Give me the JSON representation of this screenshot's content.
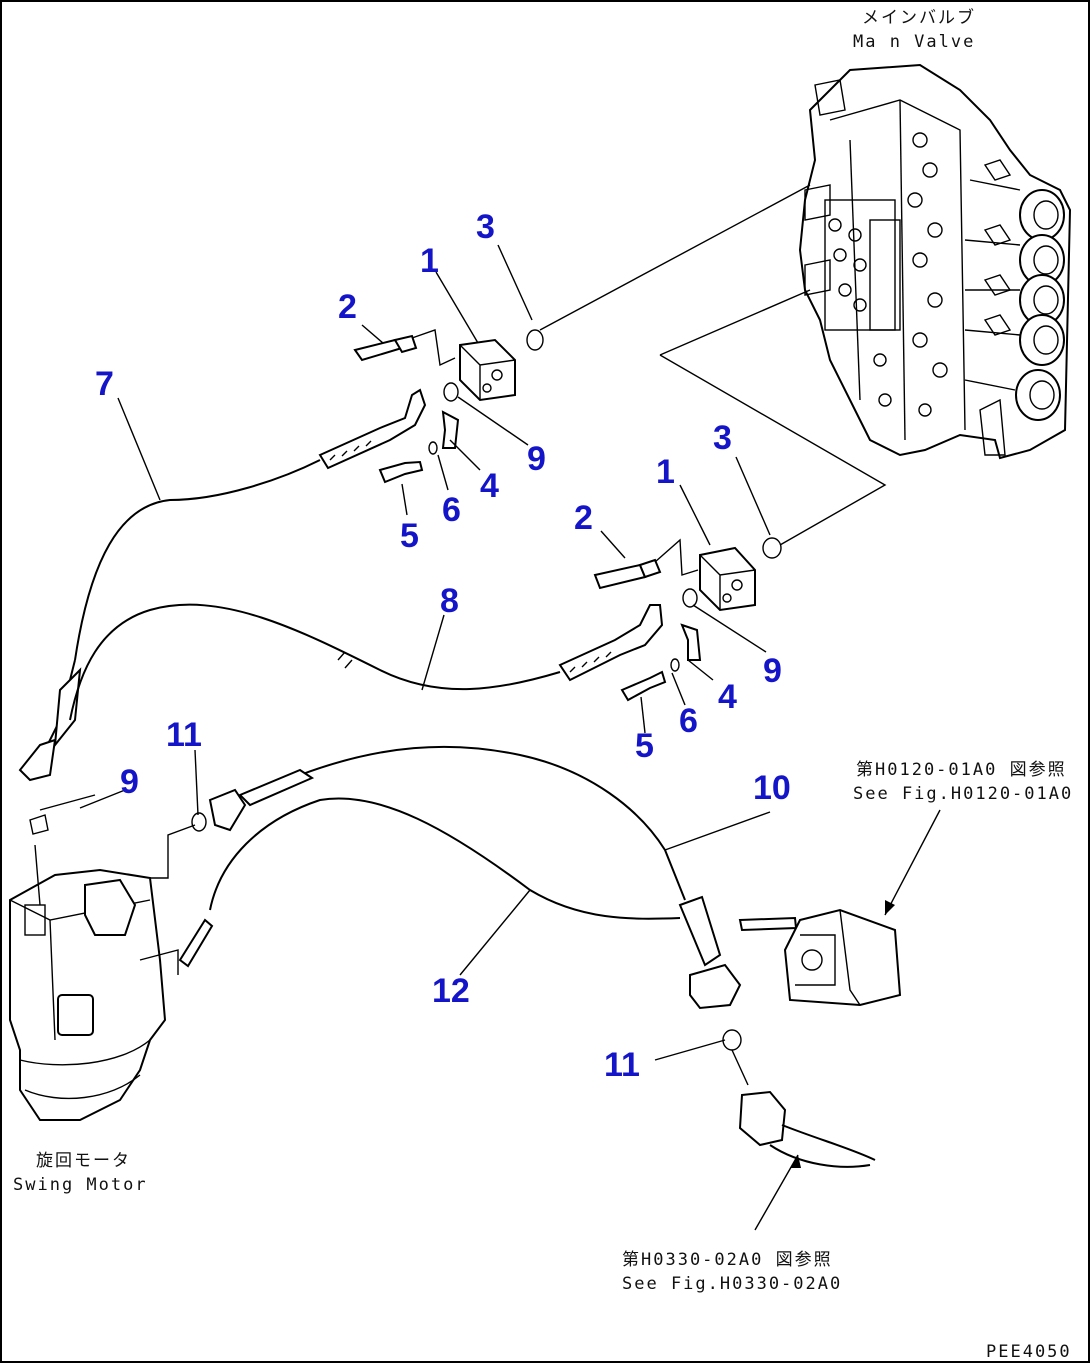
{
  "notes": {
    "main_valve_jp": "メインバルブ",
    "main_valve_en": "Ma n Valve",
    "swing_motor_jp": "旋回モータ",
    "swing_motor_en": "Swing Motor",
    "ref1_jp": "第H0120-01A0 図参照",
    "ref1_en": "See Fig.H0120-01A0",
    "ref2_jp": "第H0330-02A0 図参照",
    "ref2_en": "See Fig.H0330-02A0",
    "drawing_code": "PEE4050"
  },
  "callouts": [
    "1",
    "2",
    "3",
    "4",
    "5",
    "6",
    "7",
    "8",
    "9",
    "10",
    "11",
    "12"
  ]
}
